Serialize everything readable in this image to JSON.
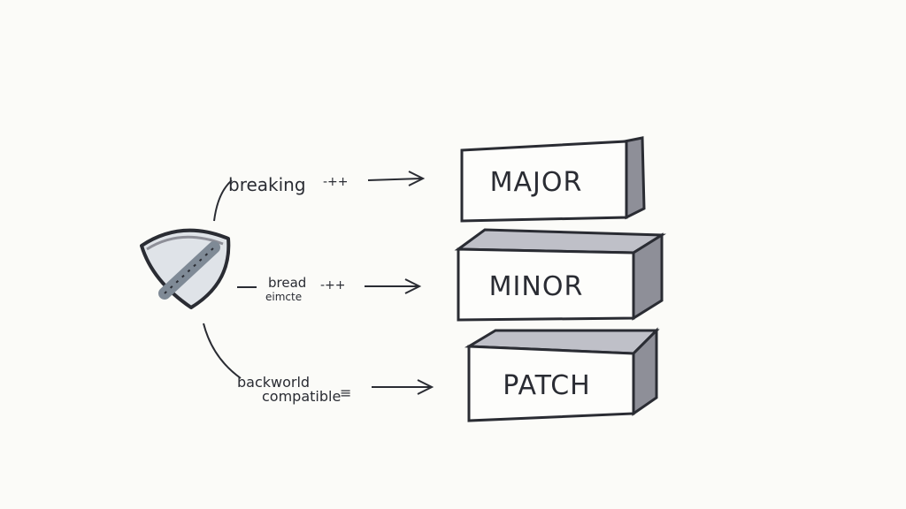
{
  "diagram": {
    "branches": [
      {
        "id": "major",
        "label_lines": [
          "breaking"
        ],
        "suffix": "-++",
        "target": "MAJOR"
      },
      {
        "id": "minor",
        "label_lines": [
          "bread",
          "eimcte"
        ],
        "suffix": "-++",
        "target": "MINOR"
      },
      {
        "id": "patch",
        "label_lines": [
          "backworld",
          "compatible"
        ],
        "suffix": "≡",
        "target": "PATCH"
      }
    ],
    "boxes": [
      {
        "id": "major",
        "label": "MAJOR"
      },
      {
        "id": "minor",
        "label": "MINOR"
      },
      {
        "id": "patch",
        "label": "PATCH"
      }
    ],
    "source_icon": "shield-icon",
    "colors": {
      "ink": "#2a2c33",
      "shade": "#8e8f98",
      "shield_fill": "#dfe3e8",
      "shield_stripe": "#7f8a96",
      "paper": "#fbfbf8"
    }
  }
}
